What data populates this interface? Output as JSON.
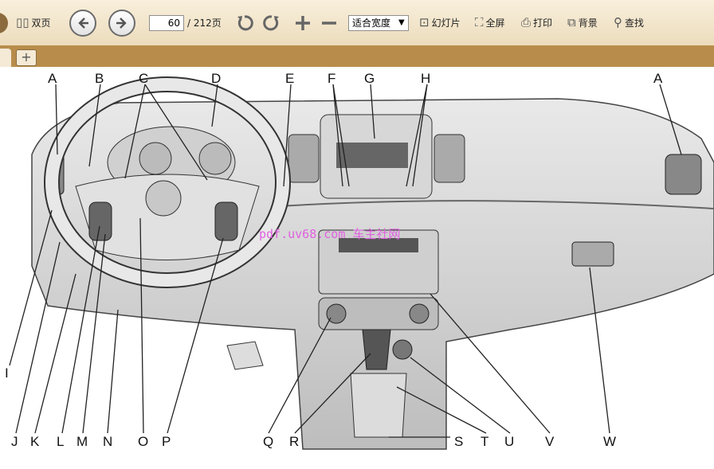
{
  "toolbar": {
    "dual_page_label": "双页",
    "page_current": "60",
    "page_total": "/ 212页",
    "zoom_selected": "适合宽度",
    "slideshow_label": "幻灯片",
    "fullscreen_label": "全屏",
    "print_label": "打印",
    "background_label": "背景",
    "find_label": "查找"
  },
  "tabs": {
    "add_label": "+"
  },
  "diagram": {
    "watermark": "pdf.uv68.com  车主社网",
    "labels": {
      "A": "A",
      "B": "B",
      "C": "C",
      "D": "D",
      "E": "E",
      "F": "F",
      "G": "G",
      "H": "H",
      "I": "I",
      "J": "J",
      "K": "K",
      "L": "L",
      "M": "M",
      "N": "N",
      "O": "O",
      "P": "P",
      "Q": "Q",
      "R": "R",
      "S": "S",
      "T": "T",
      "U": "U",
      "V": "V",
      "W": "W"
    }
  },
  "colors": {
    "toolbar_bg": "#f2e6cc",
    "tabbar_bg": "#b88d4b",
    "watermark": "#e060e0"
  }
}
